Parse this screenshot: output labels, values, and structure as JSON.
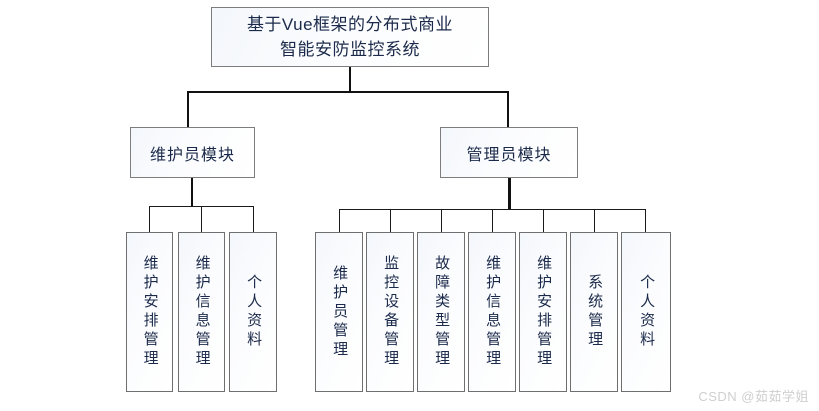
{
  "diagram": {
    "type": "tree",
    "root": {
      "label": "基于Vue框架的分布式商业\n智能安防监控系统"
    },
    "modules": [
      {
        "label": "维护员模块"
      },
      {
        "label": "管理员模块"
      }
    ],
    "maintainer_leaves": [
      {
        "label": "维护安排管理"
      },
      {
        "label": "维护信息管理"
      },
      {
        "label": "个人资料"
      }
    ],
    "admin_leaves": [
      {
        "label": "维护员管理"
      },
      {
        "label": "监控设备管理"
      },
      {
        "label": "故障类型管理"
      },
      {
        "label": "维护信息管理"
      },
      {
        "label": "维护安排管理"
      },
      {
        "label": "系统管理"
      },
      {
        "label": "个人资料"
      }
    ]
  },
  "watermark": {
    "text": "CSDN @茹茹学姐"
  },
  "colors": {
    "text": "#1b2a4a",
    "border": "#7d7d7d",
    "line": "#111111",
    "background": "#ffffff",
    "watermark": "#cfcfcf"
  }
}
